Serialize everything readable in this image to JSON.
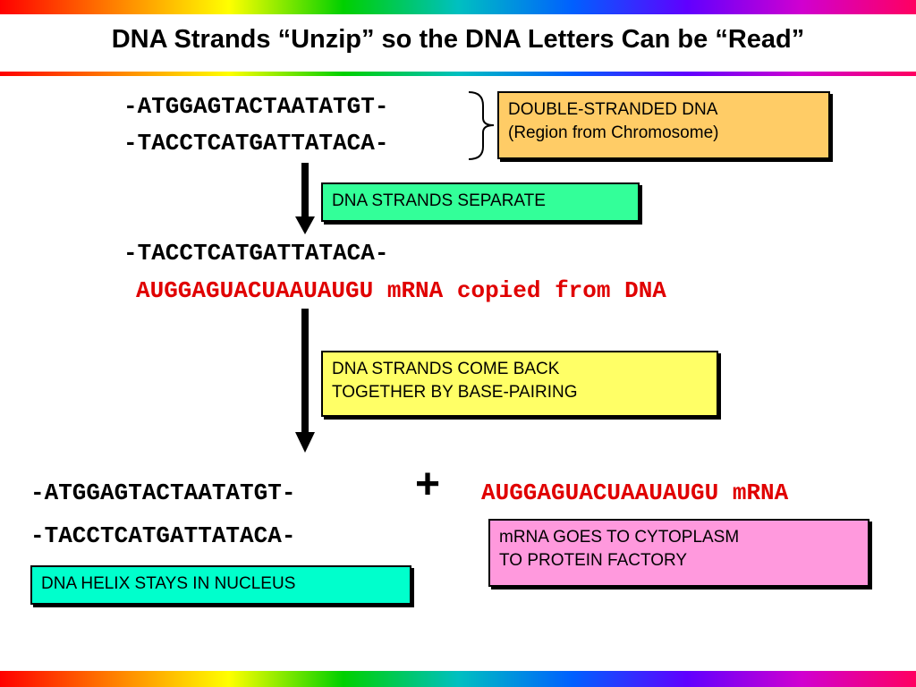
{
  "title": "DNA Strands “Unzip” so the DNA Letters Can be “Read”",
  "top": {
    "strand1": "-ATGGAGTACTAATATGT-",
    "strand2": "-TACCTCATGATTATACA-"
  },
  "boxes": {
    "double_stranded": {
      "line1": "DOUBLE-STRANDED DNA",
      "line2": "(Region from Chromosome)"
    },
    "separate": {
      "line1": "DNA STRANDS SEPARATE"
    },
    "come_back": {
      "line1": "DNA STRANDS COME BACK",
      "line2": "TOGETHER BY BASE-PAIRING"
    },
    "mrna_goes": {
      "line1": "mRNA  GOES TO CYTOPLASM",
      "line2": "TO PROTEIN FACTORY"
    },
    "helix_stays": {
      "line1": "DNA HELIX STAYS IN NUCLEUS"
    }
  },
  "middle": {
    "strand": "-TACCTCATGATTATACA-",
    "mrna": "AUGGAGUACUAAUAUGU mRNA copied from DNA"
  },
  "bottom": {
    "strand1": "-ATGGAGTACTAATATGT-",
    "strand2": "-TACCTCATGATTATACA-",
    "plus": "+",
    "mrna": "AUGGAGUACUAAUAUGU mRNA"
  },
  "colors": {
    "mrna_text": "#e00000",
    "orange_box": "#ffcc66",
    "green_box": "#33ff99",
    "yellow_box": "#ffff66",
    "pink_box": "#ff99dd",
    "cyan_box": "#00ffcc"
  }
}
